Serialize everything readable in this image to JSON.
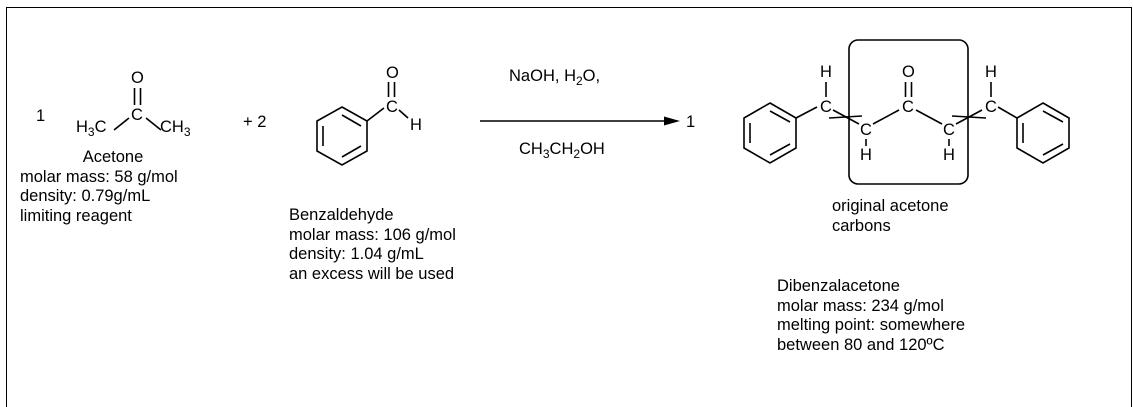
{
  "equation": {
    "coef_acetone": "1",
    "plus_coef_benzaldehyde": "+ 2",
    "coef_product": "1",
    "reagents_above": "NaOH, H2O,",
    "reagents_below": "CH3CH2OH"
  },
  "acetone": {
    "structure": {
      "o": "O",
      "c": "C",
      "left_group": "H3C",
      "right_group": "CH3"
    },
    "name": "Acetone",
    "lines": [
      "molar mass:  58 g/mol",
      "density:  0.79g/mL",
      "limiting reagent"
    ]
  },
  "benzaldehyde": {
    "structure": {
      "o": "O",
      "c": "C",
      "h": "H"
    },
    "name": "Benzaldehyde",
    "lines": [
      "molar mass:  106 g/mol",
      "density:  1.04 g/mL",
      "an excess will be used"
    ]
  },
  "dibenzalacetone": {
    "structure": {
      "o": "O",
      "c1": "C",
      "c2": "C",
      "c3": "C",
      "c4": "C",
      "c5": "C",
      "h_top_left": "H",
      "h_top_right": "H",
      "h_bottom_left": "H",
      "h_bottom_right": "H"
    },
    "box_label": [
      "original acetone",
      "carbons"
    ],
    "name": "Dibenzalacetone",
    "lines": [
      "molar mass:  234 g/mol",
      "melting point:  somewhere",
      "between 80 and 120ºC"
    ]
  }
}
